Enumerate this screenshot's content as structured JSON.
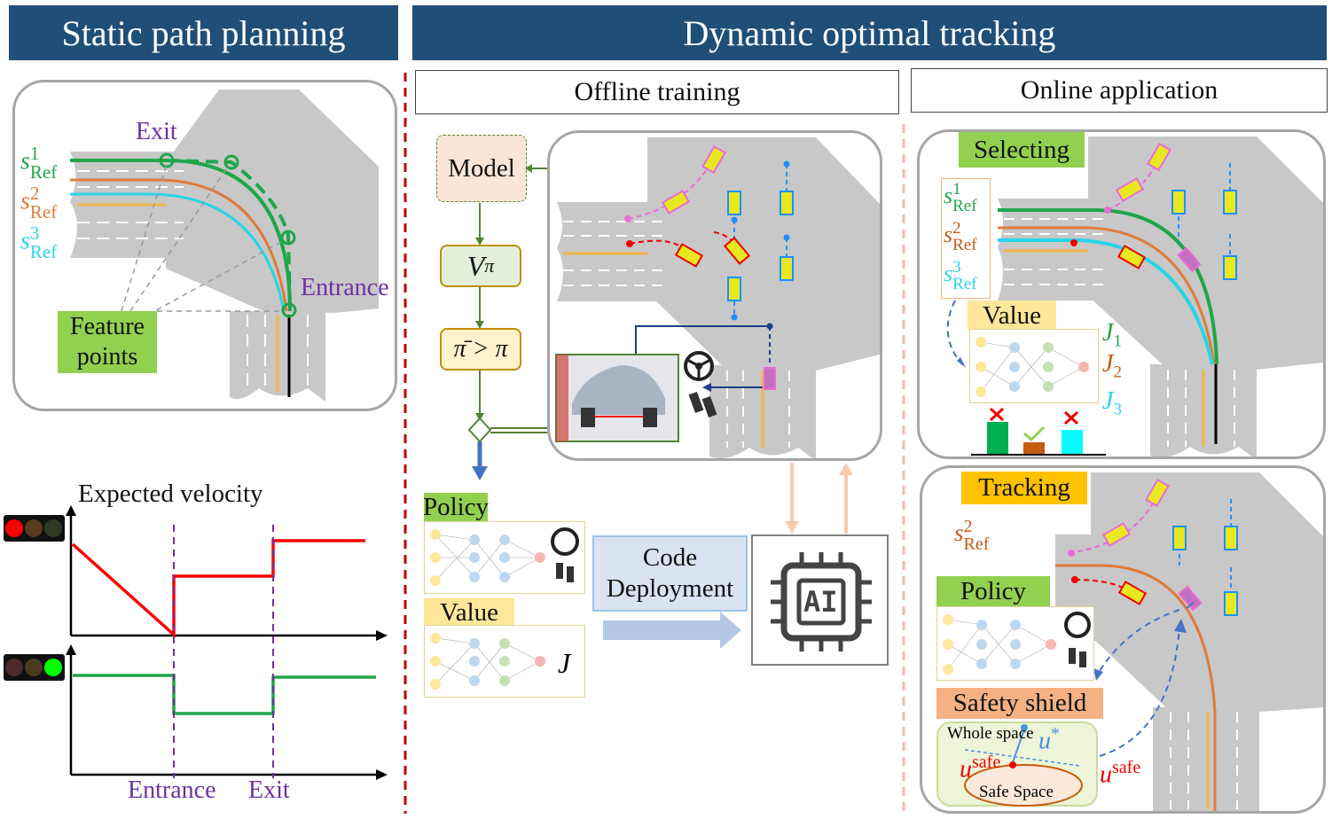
{
  "headers": {
    "static_title": "Static path planning",
    "dynamic_title": "Dynamic optimal tracking",
    "offline_title": "Offline training",
    "online_title": "Online application"
  },
  "static_panel": {
    "exit_label": "Exit",
    "entrance_label": "Entrance",
    "feature_points_line1": "Feature",
    "feature_points_line2": "points",
    "ref_paths": [
      {
        "sym": "s",
        "sub": "Ref",
        "sup": "1",
        "color": "#1fa64a"
      },
      {
        "sym": "s",
        "sub": "Ref",
        "sup": "2",
        "color": "#e07b39"
      },
      {
        "sym": "s",
        "sub": "Ref",
        "sup": "3",
        "color": "#27d4e8"
      }
    ]
  },
  "velocity_chart": {
    "title": "Expected velocity",
    "x_labels": [
      "Entrance",
      "Exit"
    ],
    "red_light_colors": [
      "#ff0000",
      "#5a3a1a",
      "#2f3a22"
    ],
    "green_light_colors": [
      "#4a2a2a",
      "#4a3a22",
      "#00ff00"
    ]
  },
  "offline": {
    "model_label": "Model",
    "value_fn_symbol": "V",
    "value_fn_sup": "π",
    "policy_improve": "π̄ > π",
    "policy_label": "Policy",
    "value_label": "Value",
    "value_output": "J",
    "code_deploy_line1": "Code",
    "code_deploy_line2": "Deployment",
    "ai_chip_text": "AI"
  },
  "online": {
    "selecting_label": "Selecting",
    "value_label": "Value",
    "costs": [
      {
        "sym": "J",
        "sub": "1",
        "color": "#1fa64a"
      },
      {
        "sym": "J",
        "sub": "2",
        "color": "#c55a11"
      },
      {
        "sym": "J",
        "sub": "3",
        "color": "#27d4e8"
      }
    ],
    "tracking_label": "Tracking",
    "tracking_ref": {
      "sym": "s",
      "sub": "Ref",
      "sup": "2"
    },
    "policy_label": "Policy",
    "safety_shield_label": "Safety shield",
    "whole_space_label": "Whole space",
    "safe_space_label": "Safe Space",
    "u_star_sym": "u",
    "u_star_sup": "*",
    "u_safe_sym": "u",
    "u_safe_sup": "safe"
  }
}
